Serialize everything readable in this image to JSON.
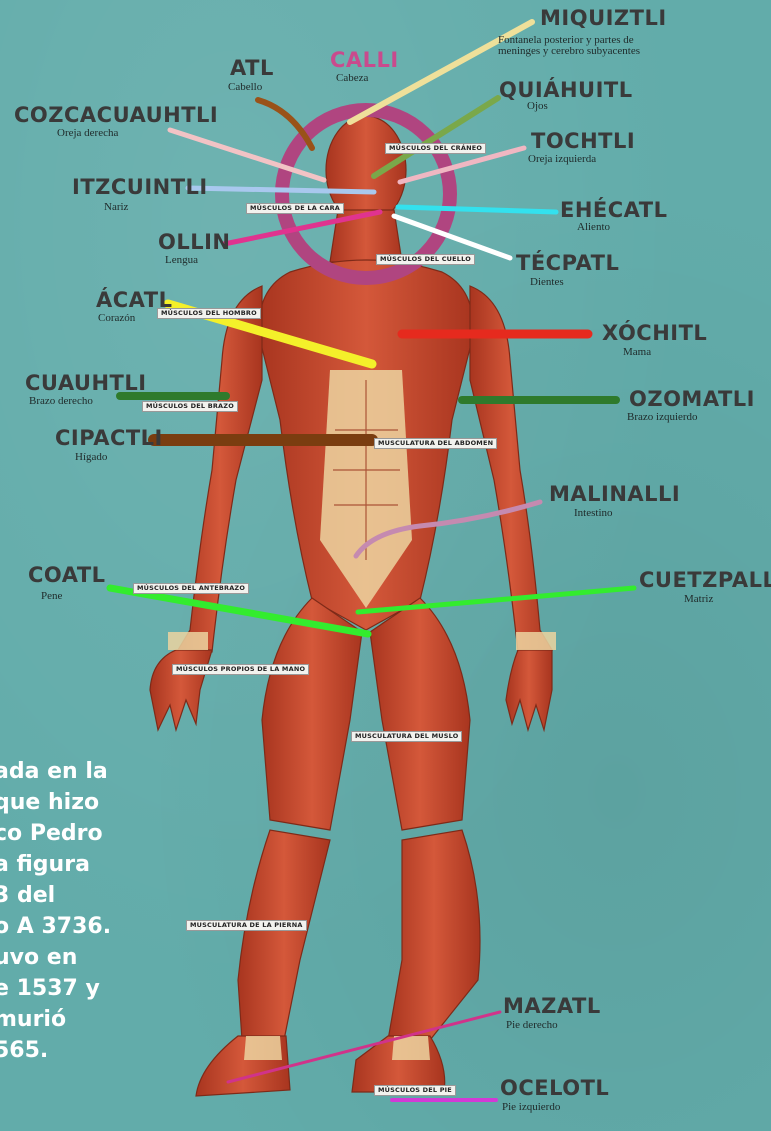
{
  "labels": {
    "miquiztli": {
      "name": "MIQUIZTLI",
      "desc1": "Fontanela posterior y partes de",
      "desc2": "meninges y cerebro subyacentes"
    },
    "calli": {
      "name": "CALLI",
      "desc": "Cabeza"
    },
    "atl": {
      "name": "ATL",
      "desc": "Cabello"
    },
    "quiahuitl": {
      "name": "QUIÁHUITL",
      "desc": "Ojos"
    },
    "cozcacuauhtli": {
      "name": "COZCACUAUHTLI",
      "desc": "Oreja derecha"
    },
    "tochtli": {
      "name": "TOCHTLI",
      "desc": "Oreja izquierda"
    },
    "itzcuintli": {
      "name": "ITZCUINTLI",
      "desc": "Nariz"
    },
    "ehecatl": {
      "name": "EHÉCATL",
      "desc": "Aliento"
    },
    "ollin": {
      "name": "OLLIN",
      "desc": "Lengua"
    },
    "tecpatl": {
      "name": "TÉCPATL",
      "desc": "Dientes"
    },
    "acatl": {
      "name": "ÁCATL",
      "desc": "Corazón"
    },
    "xochitl": {
      "name": "XÓCHITL",
      "desc": "Mama"
    },
    "cuauhtli": {
      "name": "CUAUHTLI",
      "desc": "Brazo derecho"
    },
    "ozomatli": {
      "name": "OZOMATLI",
      "desc": "Brazo izquierdo"
    },
    "cipactli": {
      "name": "CIPACTLI",
      "desc": "Hígado"
    },
    "malinalli": {
      "name": "MALINALLI",
      "desc": "Intestino"
    },
    "coatl": {
      "name": "COATL",
      "desc": "Pene"
    },
    "cuetzpallin": {
      "name": "CUETZPALLIN",
      "desc": "Matriz"
    },
    "mazatl": {
      "name": "MAZATL",
      "desc": "Pie derecho"
    },
    "ocelotl": {
      "name": "OCELOTL",
      "desc": "Pie izquierdo"
    }
  },
  "muscle_labels": {
    "craneo": "MÚSCULOS DEL CRÁNEO",
    "cara": "MÚSCULOS DE LA CARA",
    "cuello": "MÚSCULOS DEL CUELLO",
    "hombro": "MÚSCULOS DEL HOMBRO",
    "brazo": "MÚSCULOS DEL BRAZO",
    "abdomen": "MUSCULATURA DEL ABDOMEN",
    "antebrazo": "MÚSCULOS DEL ANTEBRAZO",
    "mano": "MÚSCULOS PROPIOS DE LA MANO",
    "muslo": "MUSCULATURA DEL MUSLO",
    "pierna": "MUSCULATURA DE LA PIERNA",
    "pie": "MÚSCULOS DEL PIE"
  },
  "side_text": [
    "ada en la",
    "que hizo",
    "co Pedro",
    "a figura",
    "3 del",
    "o A 3736.",
    "uvo en",
    "e 1537 y",
    "murió",
    "565."
  ],
  "colors": {
    "background": "#62acaa",
    "muscle": "#c0452a",
    "tendon": "#ecd3a0",
    "ring": "#b04580",
    "miquiztli_line": "#efe09a",
    "atl_line": "#9a5218",
    "cozcacuauhtli_line": "#f2c3c5",
    "quiahuitl_line": "#7aa84a",
    "tochtli_line": "#f0b7c2",
    "itzcuintli_line": "#a9c8ee",
    "ehecatl_line": "#33e1ee",
    "ollin_line": "#e0338f",
    "tecpatl_line": "#ffffff",
    "acatl_line": "#f4f02a",
    "xochitl_line": "#e62a1e",
    "cuauhtli_line": "#2f7a2c",
    "ozomatli_line": "#2f7a2c",
    "cipactli_line": "#7a3d10",
    "malinalli_line": "#c58ab0",
    "coatl_line": "#33ec2e",
    "cuetzpallin_line": "#33ec2e",
    "mazatl_line": "#d0338a",
    "ocelotl_line": "#d23ad6"
  }
}
